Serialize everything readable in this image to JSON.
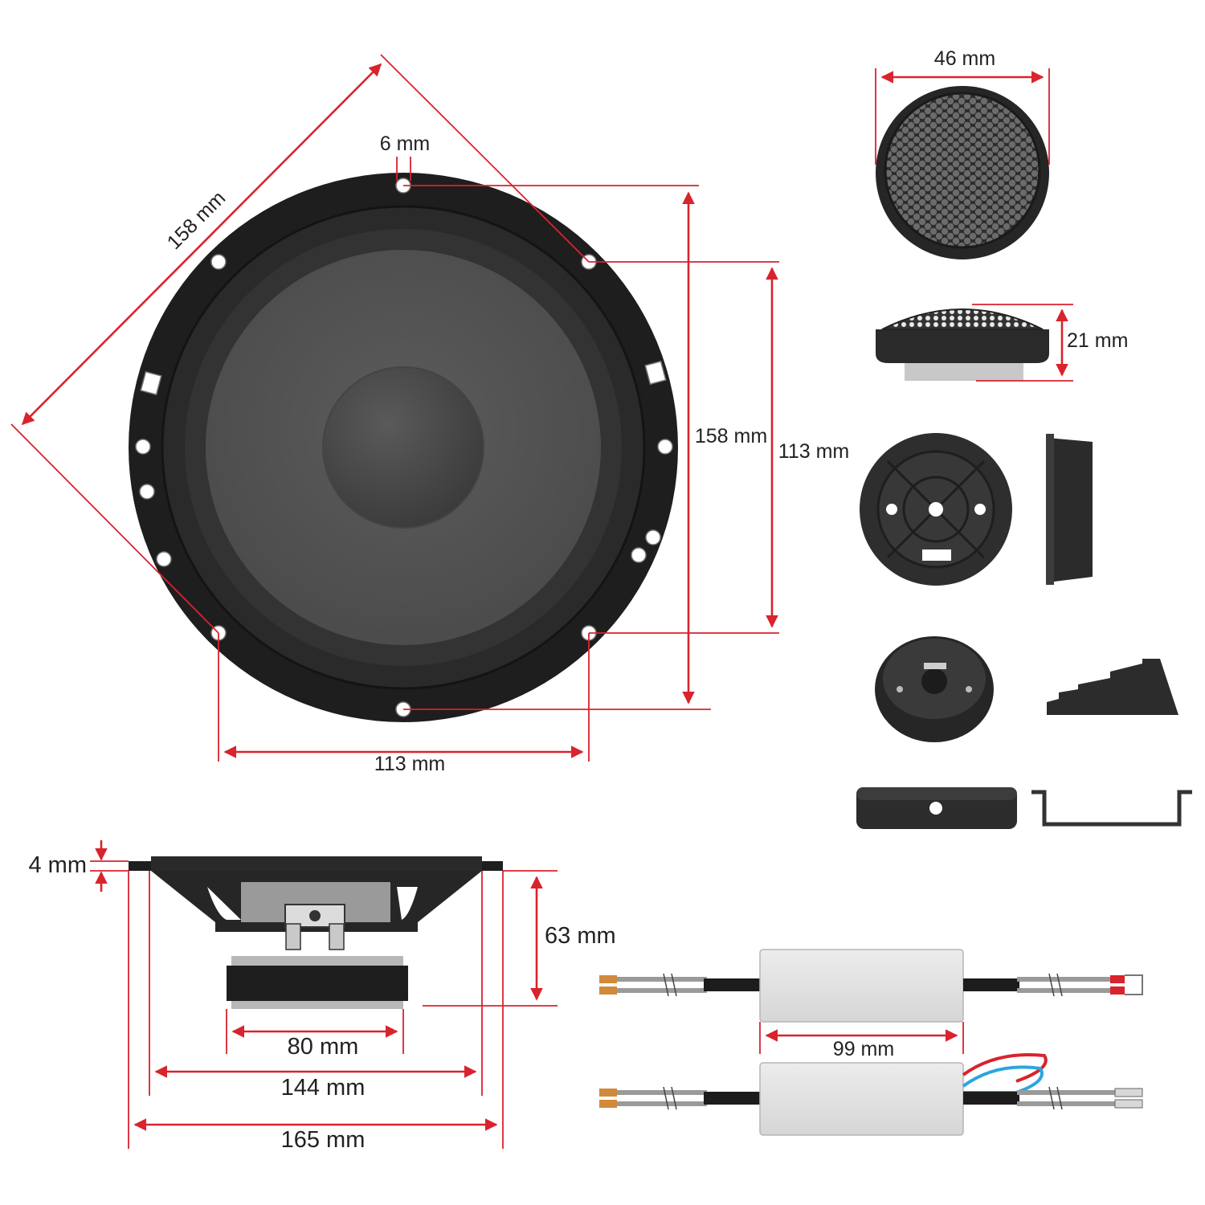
{
  "colors": {
    "dimension": "#d9232d",
    "speaker_dark": "#1f1f1f",
    "cone": "#575757",
    "crossover_case": "#e4e4e4",
    "wire_red": "#d9232d",
    "wire_blue": "#2aa6de"
  },
  "dimensions": {
    "woofer_diagonal": "158 mm",
    "woofer_hole": "6 mm",
    "woofer_outer_height": "158 mm",
    "woofer_hole_spacing_v": "113 mm",
    "woofer_hole_spacing_h": "113 mm",
    "tweeter_diameter": "46 mm",
    "tweeter_height": "21 mm",
    "flange_thickness": "4 mm",
    "mount_depth": "63 mm",
    "magnet_diameter": "80 mm",
    "cutout_diameter": "144 mm",
    "outer_diameter": "165 mm",
    "crossover_length": "99 mm"
  }
}
